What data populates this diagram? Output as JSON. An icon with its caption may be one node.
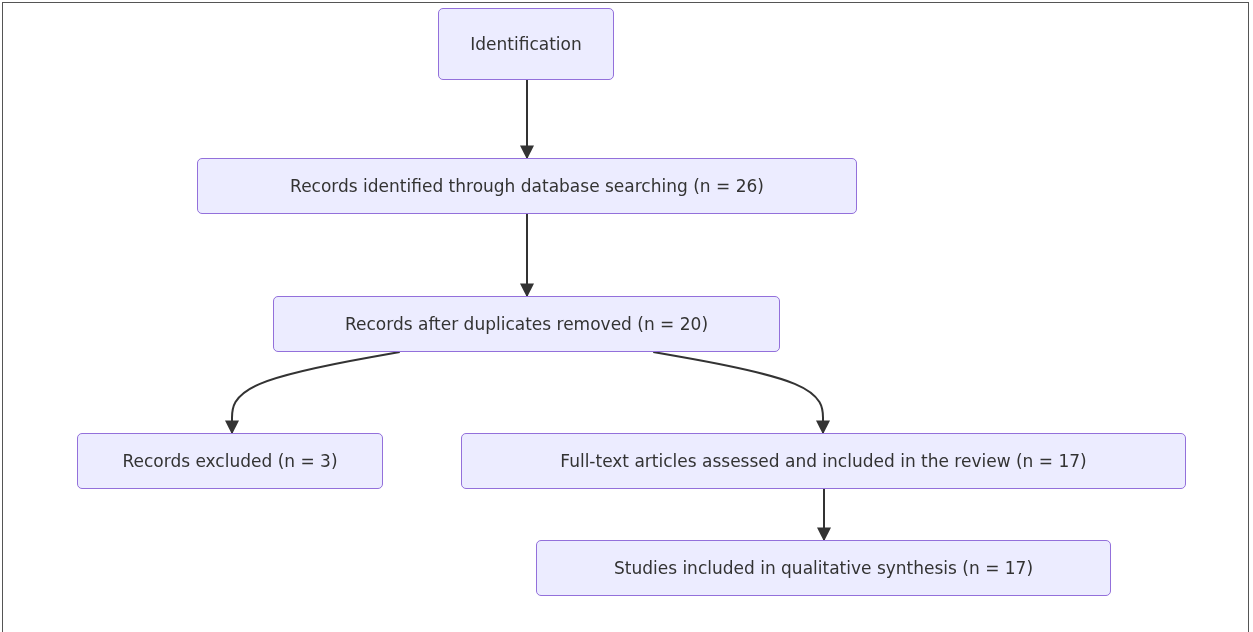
{
  "diagram": {
    "nodes": [
      {
        "text": [
          "Identification"
        ]
      },
      {
        "text": [
          "Records identified through database searching (n = 26)"
        ]
      },
      {
        "text": [
          "Records after duplicates removed (n = 20)"
        ]
      },
      {
        "text": [
          "Records excluded (n = 3)"
        ]
      },
      {
        "text": [
          "Full-text articles assessed and included in the review (n = 17)"
        ]
      },
      {
        "text": [
          "Studies included in qualitative synthesis (n = 17)"
        ]
      }
    ],
    "edges": [
      {
        "from": 0,
        "to": 1,
        "arrow": "to"
      },
      {
        "from": 1,
        "to": 2,
        "arrow": "to"
      },
      {
        "from": 2,
        "to": 3,
        "arrow": "to"
      },
      {
        "from": 2,
        "to": 4,
        "arrow": "to"
      },
      {
        "from": 4,
        "to": 5,
        "arrow": "to"
      }
    ]
  }
}
